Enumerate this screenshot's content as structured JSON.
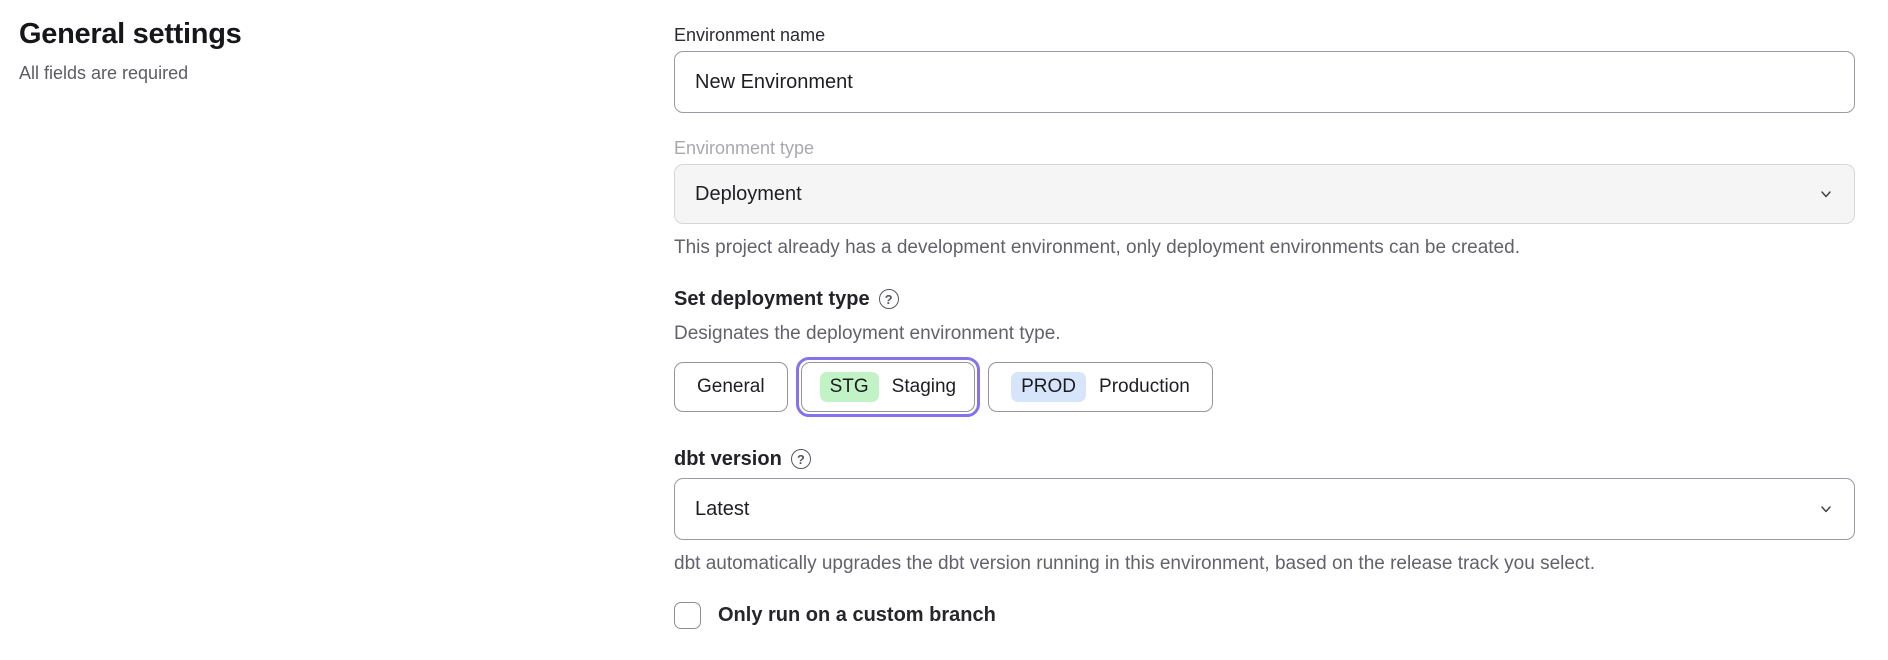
{
  "page": {
    "title": "General settings",
    "subtitle": "All fields are required"
  },
  "environment_name": {
    "label": "Environment name",
    "value": "New Environment"
  },
  "environment_type": {
    "label": "Environment type",
    "value": "Deployment",
    "helper": "This project already has a development environment, only deployment environments can be created.",
    "disabled": true
  },
  "deployment_type": {
    "heading": "Set deployment type",
    "help_icon": "?",
    "description": "Designates the deployment environment type.",
    "options": [
      {
        "label": "General",
        "selected": false
      },
      {
        "badge": "STG",
        "label": "Staging",
        "selected": true
      },
      {
        "badge": "PROD",
        "label": "Production",
        "selected": false
      }
    ]
  },
  "dbt_version": {
    "heading": "dbt version",
    "help_icon": "?",
    "value": "Latest",
    "helper": "dbt automatically upgrades the dbt version running in this environment, based on the release track you select."
  },
  "custom_branch": {
    "label": "Only run on a custom branch",
    "checked": false
  },
  "colors": {
    "accent_ring": "#8672ea",
    "badge_staging_green": "#c2f3c6",
    "badge_production_blue": "#d7e5fb",
    "disabled_field_bg": "#f5f5f6"
  }
}
